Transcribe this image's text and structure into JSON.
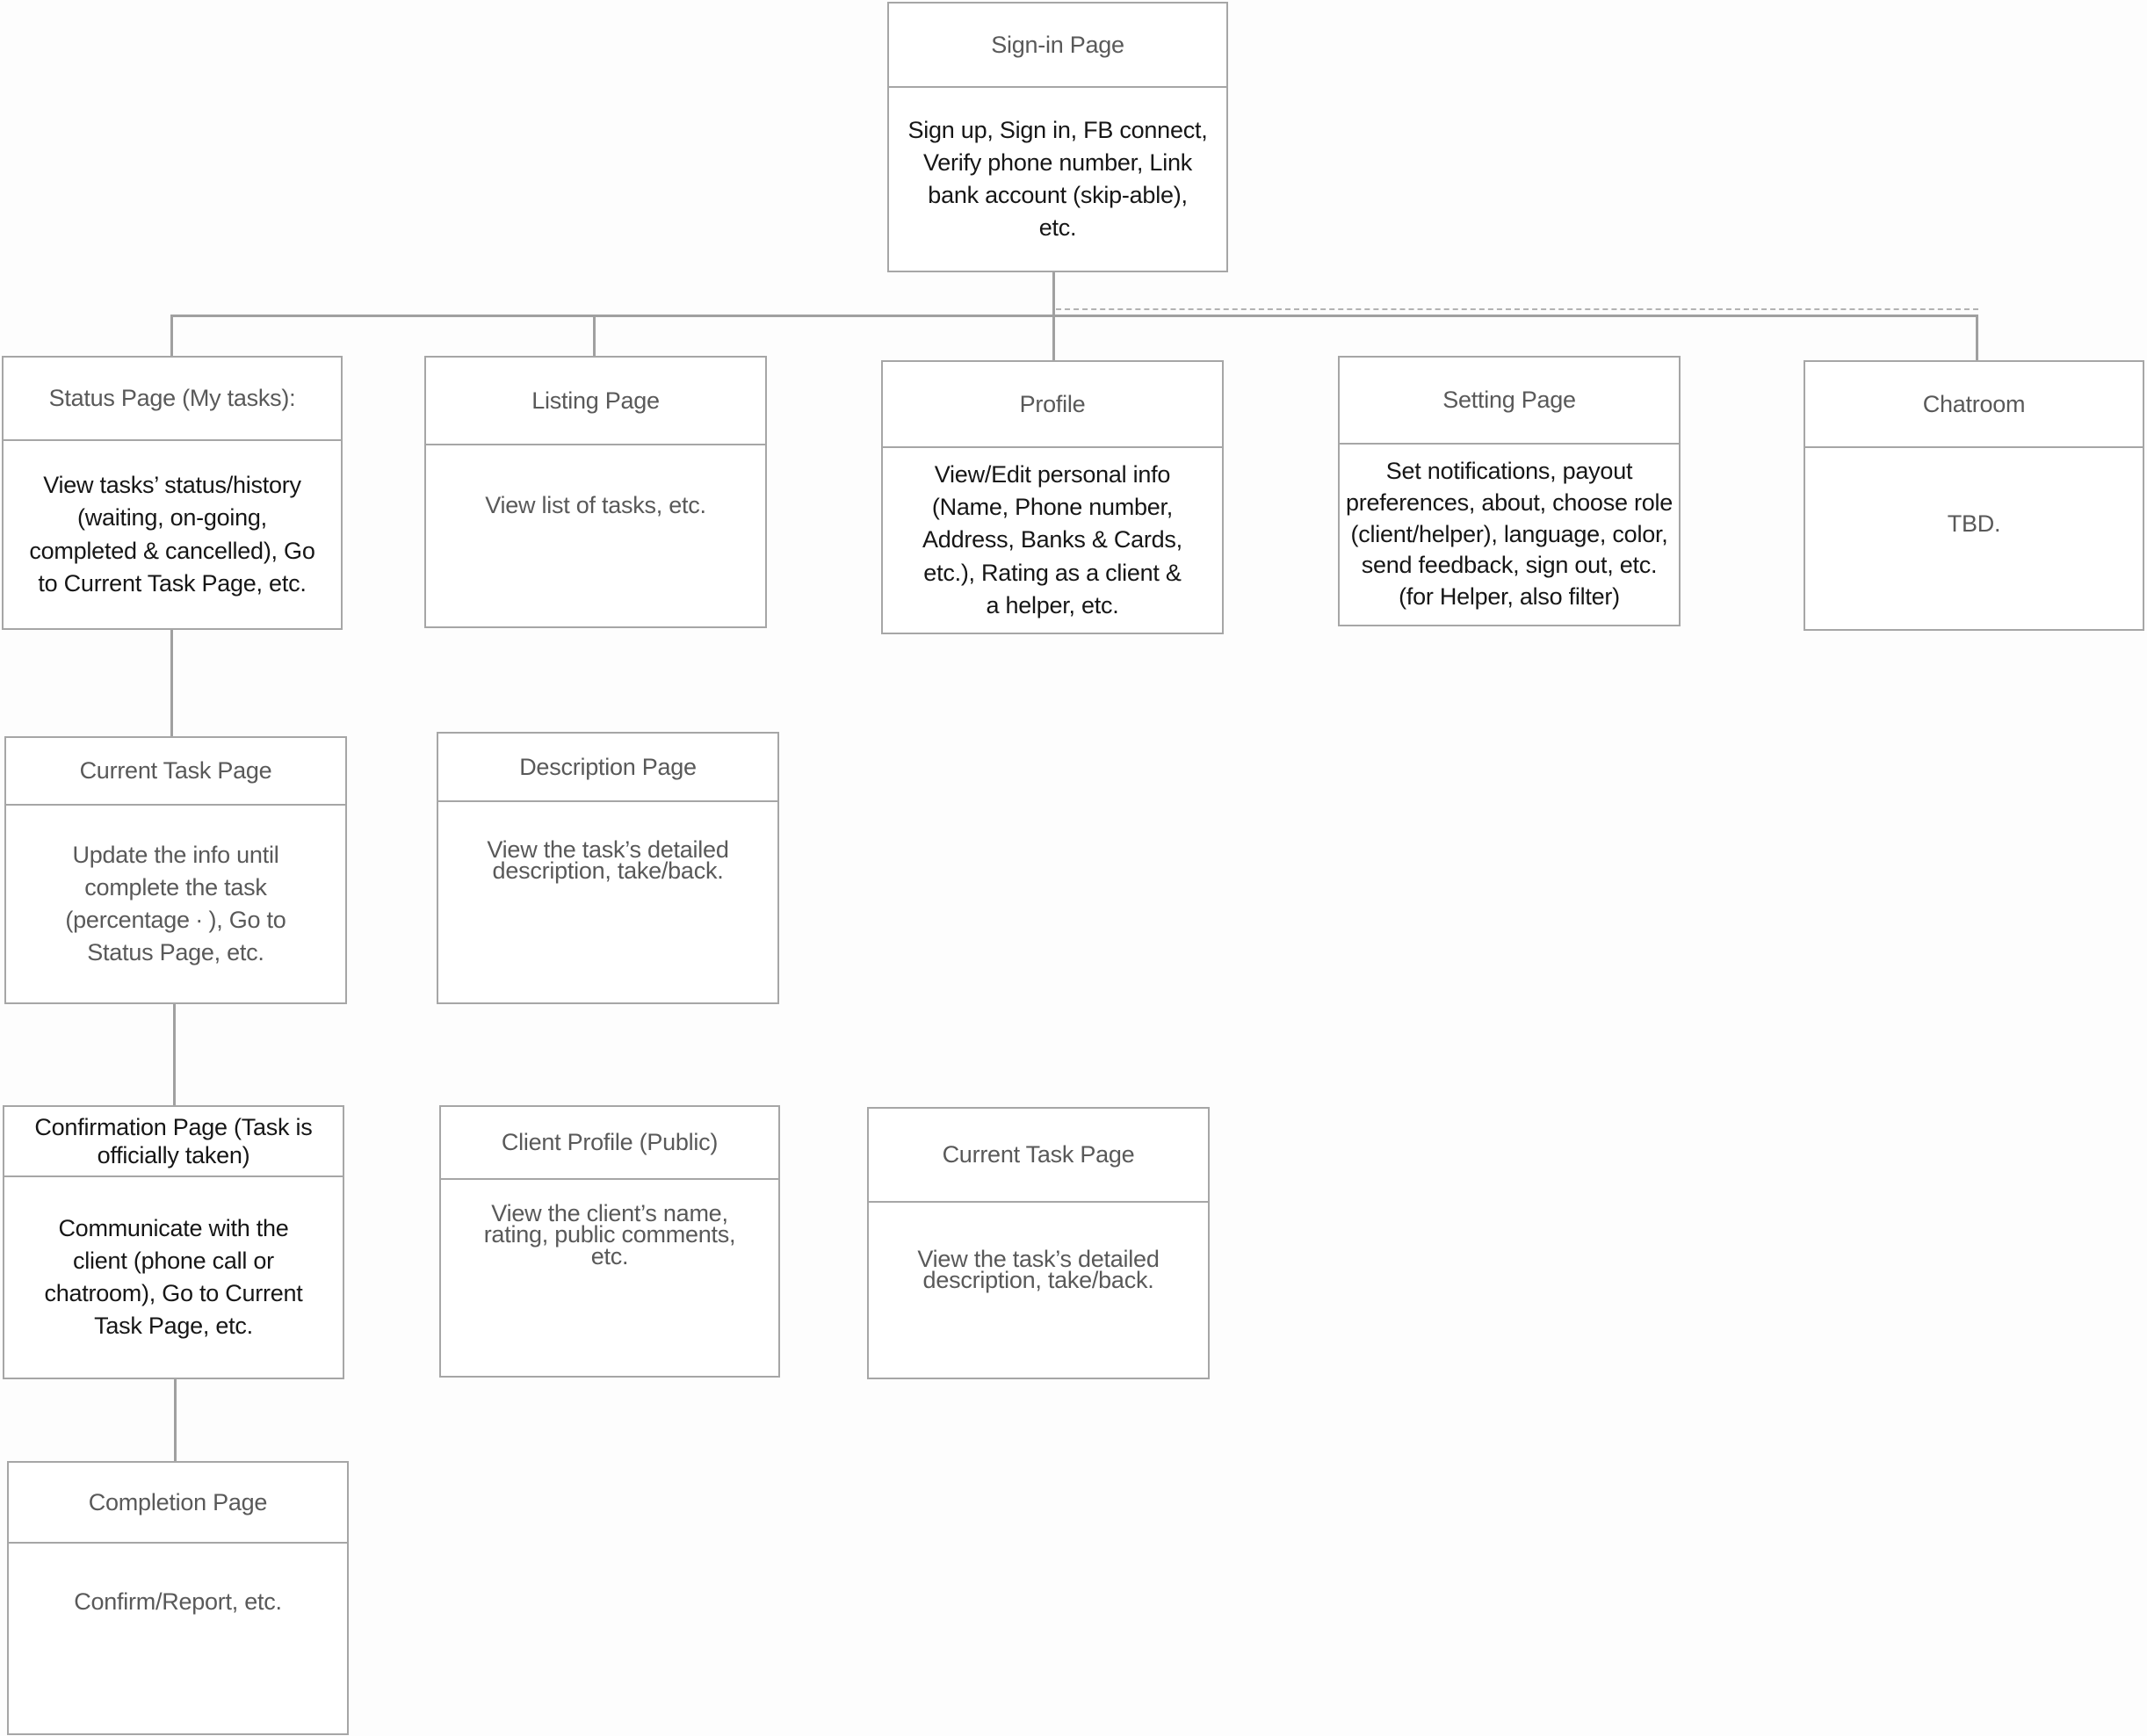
{
  "colors": {
    "background": "#fdfdfd",
    "box_border": "#a6a6a6",
    "connector": "#a0a0a0",
    "title_gray": "#595959",
    "body_gray": "#595959",
    "body_black": "#161616"
  },
  "nodes": {
    "signin": {
      "title": "Sign-in Page",
      "body": "Sign up, Sign in, FB connect,\nVerify phone number, Link\nbank account (skip-able),\netc."
    },
    "status": {
      "title": "Status Page (My tasks):",
      "body": "View tasks’ status/history\n(waiting, on-going,\ncompleted & cancelled), Go\nto Current Task Page, etc."
    },
    "listing": {
      "title": "Listing Page",
      "body": "View list of tasks, etc."
    },
    "profile": {
      "title": "Profile",
      "body": "View/Edit personal info\n(Name, Phone number,\nAddress, Banks & Cards,\netc.), Rating as a client &\na helper, etc."
    },
    "setting": {
      "title": "Setting Page",
      "body": "Set notifications, payout\npreferences, about, choose role\n(client/helper), language, color,\nsend feedback, sign out, etc.\n(for Helper, also filter)"
    },
    "chatroom": {
      "title": "Chatroom",
      "body": "TBD."
    },
    "current_task": {
      "title": "Current Task Page",
      "body": "Update the info until\ncomplete the task\n(percentage ∙ ), Go to\nStatus Page, etc."
    },
    "description": {
      "title": "Description Page",
      "body": "View the task’s detailed\ndescription, take/back."
    },
    "confirmation": {
      "title": "Confirmation Page (Task is\nofficially taken)",
      "body": "Communicate with the\nclient (phone call or\nchatroom), Go to Current\nTask Page, etc."
    },
    "client_profile": {
      "title": "Client Profile (Public)",
      "body": "View the client’s name,\nrating, public comments,\netc."
    },
    "current_task_2": {
      "title": "Current Task Page",
      "body": "View the task’s detailed\ndescription, take/back."
    },
    "completion": {
      "title": "Completion Page",
      "body": "Confirm/Report, etc."
    }
  }
}
